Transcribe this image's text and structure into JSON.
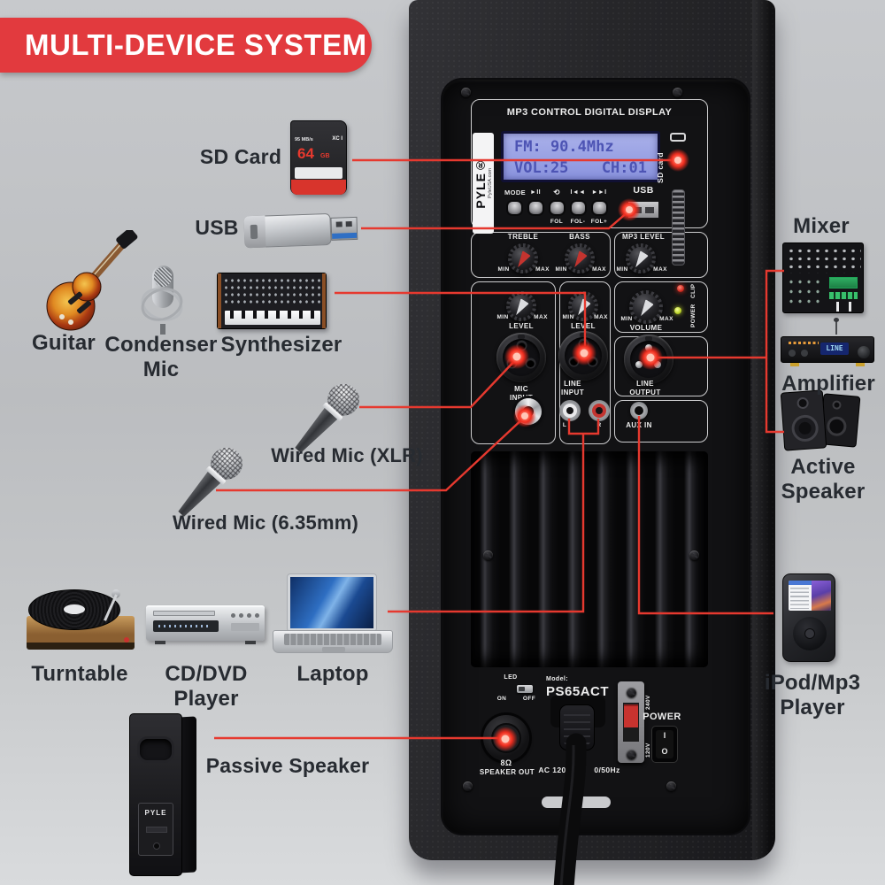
{
  "title": {
    "text": "MULTI-DEVICE SYSTEM"
  },
  "colors": {
    "accent_red": "#e6392f",
    "banner": "#e23a3e",
    "label_text": "#272b31"
  },
  "panel": {
    "brand": "PYLE®",
    "brand_site": "PyleUSA.com",
    "header": "MP3 CONTROL DIGITAL DISPLAY",
    "lcd": {
      "line1": "FM: 90.4Mhz",
      "vol": "VOL:25",
      "ch": "CH:01"
    },
    "sd_label": "SD card",
    "usb_label": "USB",
    "buttons": {
      "mode": "MODE",
      "play": "►II",
      "loop": "⟲",
      "prev": "I◄◄",
      "next": "►►I",
      "fol": "FOL",
      "fol_minus": "FOL-",
      "fol_plus": "FOL+"
    },
    "knobs": {
      "treble": "TREBLE",
      "bass": "BASS",
      "mp3": "MP3 LEVEL",
      "level": "LEVEL",
      "volume": "VOLUME",
      "min": "MIN",
      "max": "MAX"
    },
    "leds": {
      "clip": "CLIP",
      "power": "POWER"
    },
    "jacks": {
      "mic1": "MIC",
      "mic2": "INPUT",
      "line1": "LINE",
      "line2": "INPUT",
      "out1": "LINE",
      "out2": "OUTPUT",
      "rca_l": "L",
      "rca_r": "R",
      "aux": "AUX IN"
    },
    "bottom": {
      "led": "LED",
      "on": "ON",
      "off": "OFF",
      "model_caption": "Model:",
      "model": "PS65ACT",
      "ohm": "8Ω",
      "speaker_out": "SPEAKER OUT",
      "ac_left": "AC 120",
      "ac_right": "0/50Hz",
      "v240": "240V",
      "v120": "120V",
      "power": "POWER",
      "sw_i": "I",
      "sw_o": "O"
    }
  },
  "devices": {
    "sd": {
      "label": "SD Card",
      "speed": "95 MB/s",
      "standard": "XC I",
      "cap": "64",
      "unit": "GB"
    },
    "usb": {
      "label": "USB"
    },
    "guitar": {
      "label": "Guitar"
    },
    "condenser": {
      "l1": "Condenser",
      "l2": "Mic"
    },
    "synth": {
      "label": "Synthesizer"
    },
    "mic_xlr": {
      "label": "Wired Mic (XLR)"
    },
    "mic_635": {
      "label": "Wired Mic (6.35mm)"
    },
    "turntable": {
      "label": "Turntable"
    },
    "cd": {
      "l1": "CD/DVD",
      "l2": "Player"
    },
    "laptop": {
      "label": "Laptop"
    },
    "passive": {
      "label": "Passive Speaker",
      "brand": "PYLE"
    },
    "mixer": {
      "label": "Mixer"
    },
    "amp": {
      "label": "Amplifier",
      "display": "LINE"
    },
    "active": {
      "l1": "Active",
      "l2": "Speaker"
    },
    "ipod": {
      "l1": "iPod/Mp3",
      "l2": "Player"
    }
  }
}
